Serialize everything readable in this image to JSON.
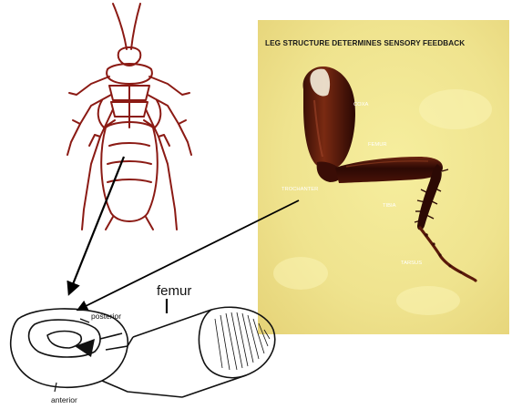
{
  "photo": {
    "title": "LEG STRUCTURE DETERMINES SENSORY FEEDBACK",
    "labels": {
      "coxa": "COXA",
      "femur": "FEMUR",
      "trochanter": "TROCHANTER",
      "tibia": "TIBIA",
      "tarsus": "TARSUS"
    }
  },
  "sketch": {
    "femur": "femur",
    "posterior": "posterior",
    "anterior": "anterior"
  },
  "colors": {
    "cockroach_outline": "#8b1a14",
    "photo_background": "#f2e79a",
    "leg_color": "#3a0d06",
    "arrow": "#000000"
  }
}
